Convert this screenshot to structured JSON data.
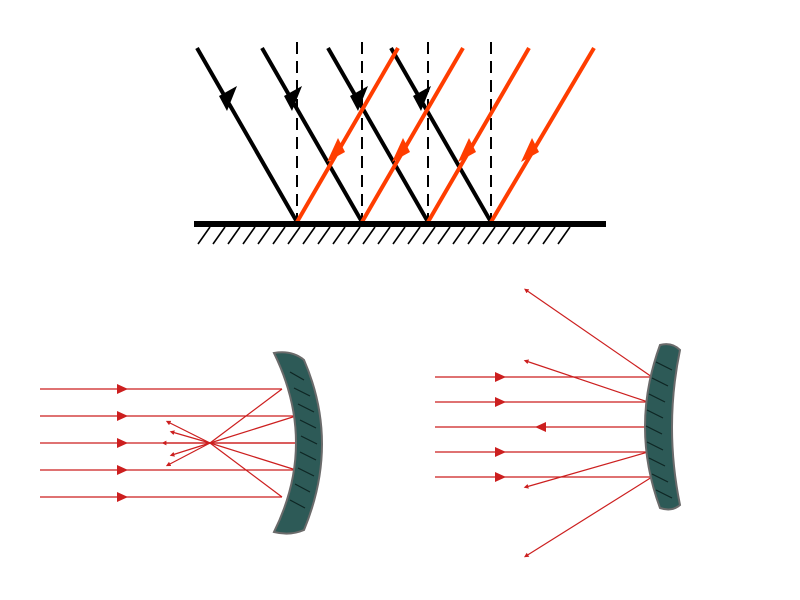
{
  "colors": {
    "background": "#ffffff",
    "incident_ray": "#000000",
    "reflected_ray": "#ff3d00",
    "normal_line": "#000000",
    "mirror_surface": "#000000",
    "hatching": "#000000",
    "curved_ray": "#cc1f1f",
    "curved_mirror_fill": "#2d5a57",
    "curved_mirror_edge": "#6b6b6b"
  },
  "diagrams": [
    {
      "name": "plane-mirror-parallel-reflection",
      "rays": 4,
      "arrows_per_ray": 2
    },
    {
      "name": "concave-mirror-converging",
      "incoming_parallel_rays": 5
    },
    {
      "name": "convex-mirror-diverging",
      "incoming_parallel_rays": 5
    }
  ]
}
